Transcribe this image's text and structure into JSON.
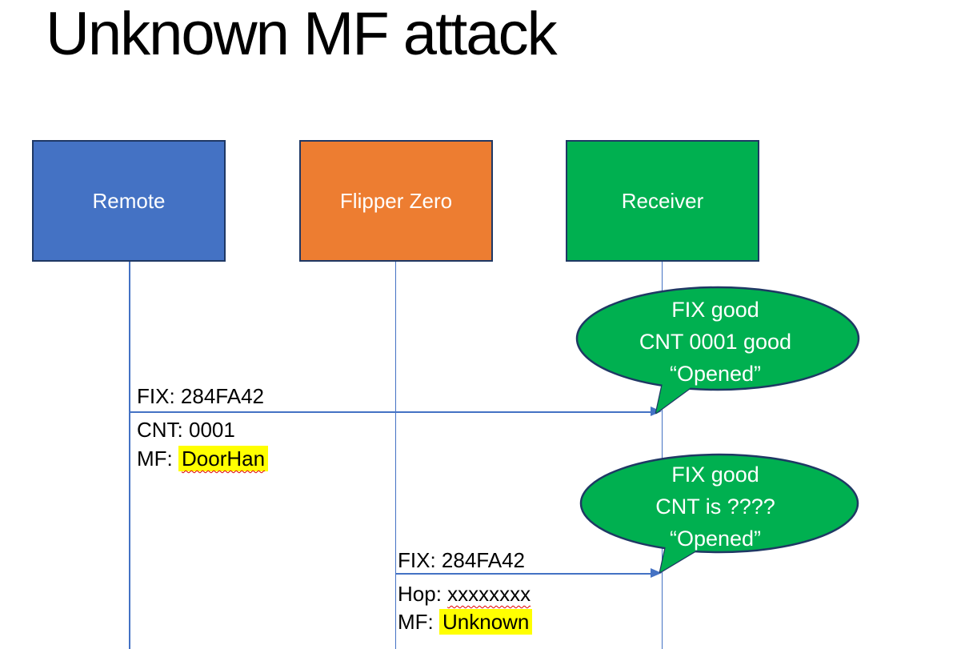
{
  "slide": {
    "title": "Unknown MF attack"
  },
  "actors": {
    "remote": {
      "label": "Remote",
      "fill": "#4472C4"
    },
    "flipper": {
      "label": "Flipper Zero",
      "fill": "#ED7D31"
    },
    "receiver": {
      "label": "Receiver",
      "fill": "#00B050"
    }
  },
  "messages": {
    "m1": {
      "from": "Remote",
      "to": "Receiver",
      "line1": "FIX: 284FA42",
      "line2": "CNT: 0001",
      "line3_prefix": "MF: ",
      "line3_value": "DoorHan"
    },
    "m2": {
      "from": "Flipper Zero",
      "to": "Receiver",
      "line1": "FIX: 284FA42",
      "line2_prefix": "Hop: ",
      "line2_value": "xxxxxxxx",
      "line3_prefix": "MF: ",
      "line3_value": "Unknown"
    }
  },
  "callouts": {
    "c1": {
      "line1": "FIX good",
      "line2": "CNT 0001 good",
      "line3": "“Opened”"
    },
    "c2": {
      "line1": "FIX good",
      "line2": "CNT is ????",
      "line3": "“Opened”"
    }
  },
  "colors": {
    "actor_remote_fill": "#4472C4",
    "actor_flipper_fill": "#ED7D31",
    "actor_receiver_fill": "#00B050",
    "shape_border": "#1F3864",
    "connector": "#4472C4",
    "highlight": "#FFFF00",
    "spellcheck_underline": "#E00000",
    "callout_fill": "#00B050",
    "callout_text": "#FFFFFF"
  }
}
